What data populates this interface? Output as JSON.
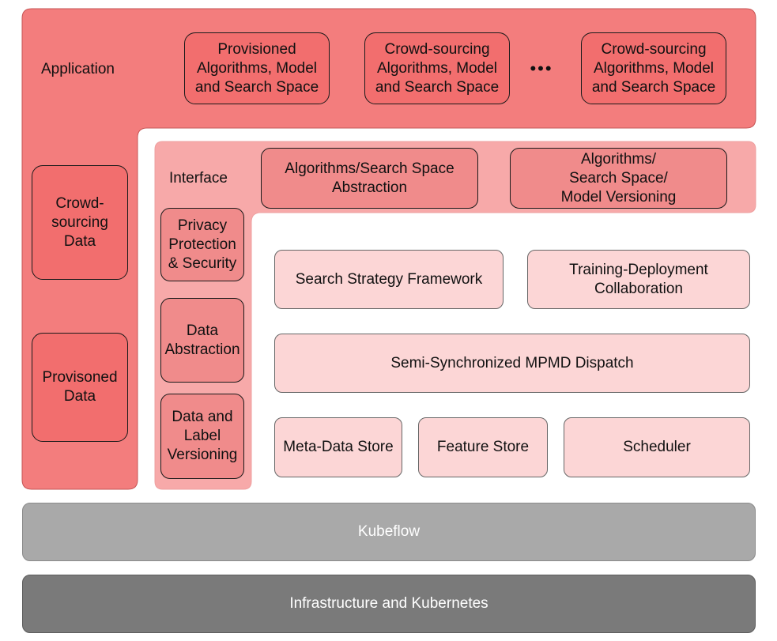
{
  "application": {
    "label": "Application",
    "top_boxes": [
      "Provisioned\nAlgorithms, Model\nand Search Space",
      "Crowd-sourcing\nAlgorithms, Model\nand Search Space",
      "Crowd-sourcing\nAlgorithms, Model\nand Search Space"
    ],
    "ellipsis": "•••",
    "left_boxes": [
      "Crowd-\nsourcing\nData",
      "Provisoned\nData"
    ]
  },
  "interface": {
    "label": "Interface",
    "top_boxes": [
      "Algorithms/Search Space\nAbstraction",
      "Algorithms/\nSearch Space/\nModel Versioning"
    ],
    "left_boxes": [
      "Privacy\nProtection\n& Security",
      "Data\nAbstraction",
      "Data and\nLabel\nVersioning"
    ]
  },
  "core": {
    "search_strategy": "Search Strategy Framework",
    "training_deployment": "Training-Deployment\nCollaboration",
    "dispatch": "Semi-Synchronized MPMD Dispatch",
    "meta_data_store": "Meta-Data Store",
    "feature_store": "Feature Store",
    "scheduler": "Scheduler"
  },
  "layers": {
    "kubeflow": "Kubeflow",
    "infrastructure": "Infrastructure and Kubernetes"
  },
  "colors": {
    "application": "#f37d7d",
    "interface": "#f7a9a9",
    "core": "#fcd6d6",
    "kubeflow": "#a9a9a9",
    "infrastructure": "#7a7a7a"
  }
}
